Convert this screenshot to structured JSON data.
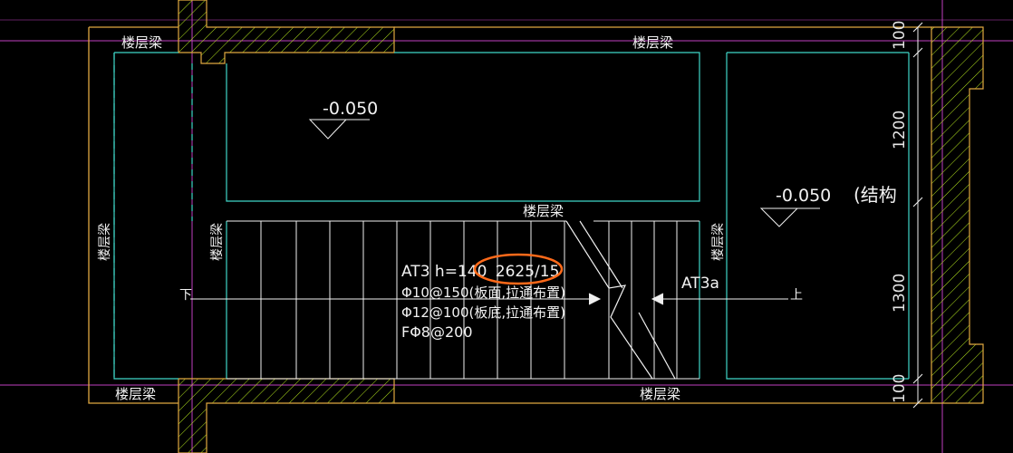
{
  "labels": {
    "beam_top_left": "楼层梁",
    "beam_top_mid": "楼层梁",
    "beam_mid": "楼层梁",
    "beam_bottom_left": "楼层梁",
    "beam_bottom_mid": "楼层梁",
    "beam_left_vertical": "楼层梁",
    "beam_left_inner_vertical": "楼层梁",
    "beam_right_vertical": "楼层梁"
  },
  "elevations": {
    "upper": "-0.050",
    "right": "-0.050"
  },
  "structure_note": "(结构",
  "stair": {
    "spec_prefix": "AT3 h=140",
    "spec_circled": "2625/15",
    "rebar_top": "Φ10@150(板面,拉通布置)",
    "rebar_bottom": "Φ12@100(板底,拉通布置)",
    "distribution": "FΦ8@200",
    "right_tag": "AT3a",
    "down_label": "下",
    "up_label": "上"
  },
  "dimensions": {
    "d1": "100",
    "d2": "1200",
    "d3": "1300",
    "d4": "100"
  },
  "colors": {
    "background": "#000000",
    "wall_outline": "#e0a840",
    "gridline": "#c040c0",
    "slab_edge": "#3fd6c8",
    "stair_lines": "#f0f0f0",
    "hatch": "#b5e61d",
    "highlight_circle": "#ff6a1a"
  }
}
